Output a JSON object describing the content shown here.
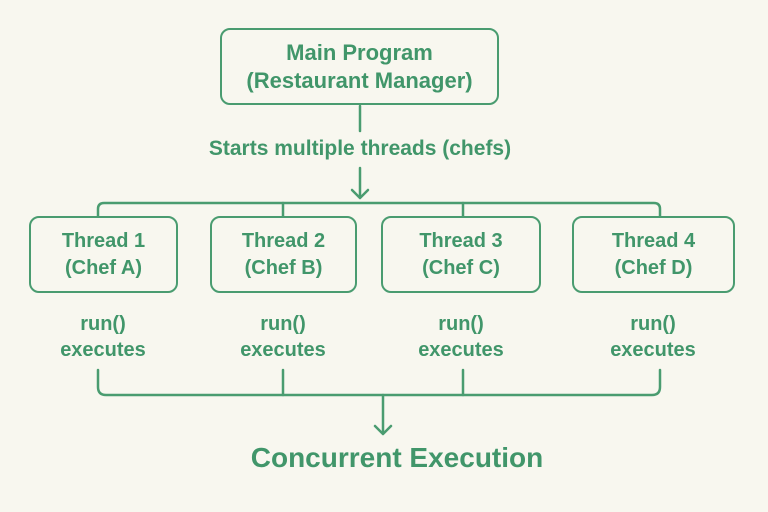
{
  "colors": {
    "background": "#f8f7ef",
    "line_green": "#4a9c70",
    "text_green": "#41966a"
  },
  "main_box": {
    "line1": "Main Program",
    "line2": "(Restaurant Manager)"
  },
  "start_label": "Starts multiple threads (chefs)",
  "threads": [
    {
      "name": "Thread 1",
      "chef": "(Chef A)",
      "action_line1": "run()",
      "action_line2": "executes"
    },
    {
      "name": "Thread 2",
      "chef": "(Chef B)",
      "action_line1": "run()",
      "action_line2": "executes"
    },
    {
      "name": "Thread 3",
      "chef": "(Chef C)",
      "action_line1": "run()",
      "action_line2": "executes"
    },
    {
      "name": "Thread 4",
      "chef": "(Chef D)",
      "action_line1": "run()",
      "action_line2": "executes"
    }
  ],
  "bottom_label": "Concurrent Execution"
}
